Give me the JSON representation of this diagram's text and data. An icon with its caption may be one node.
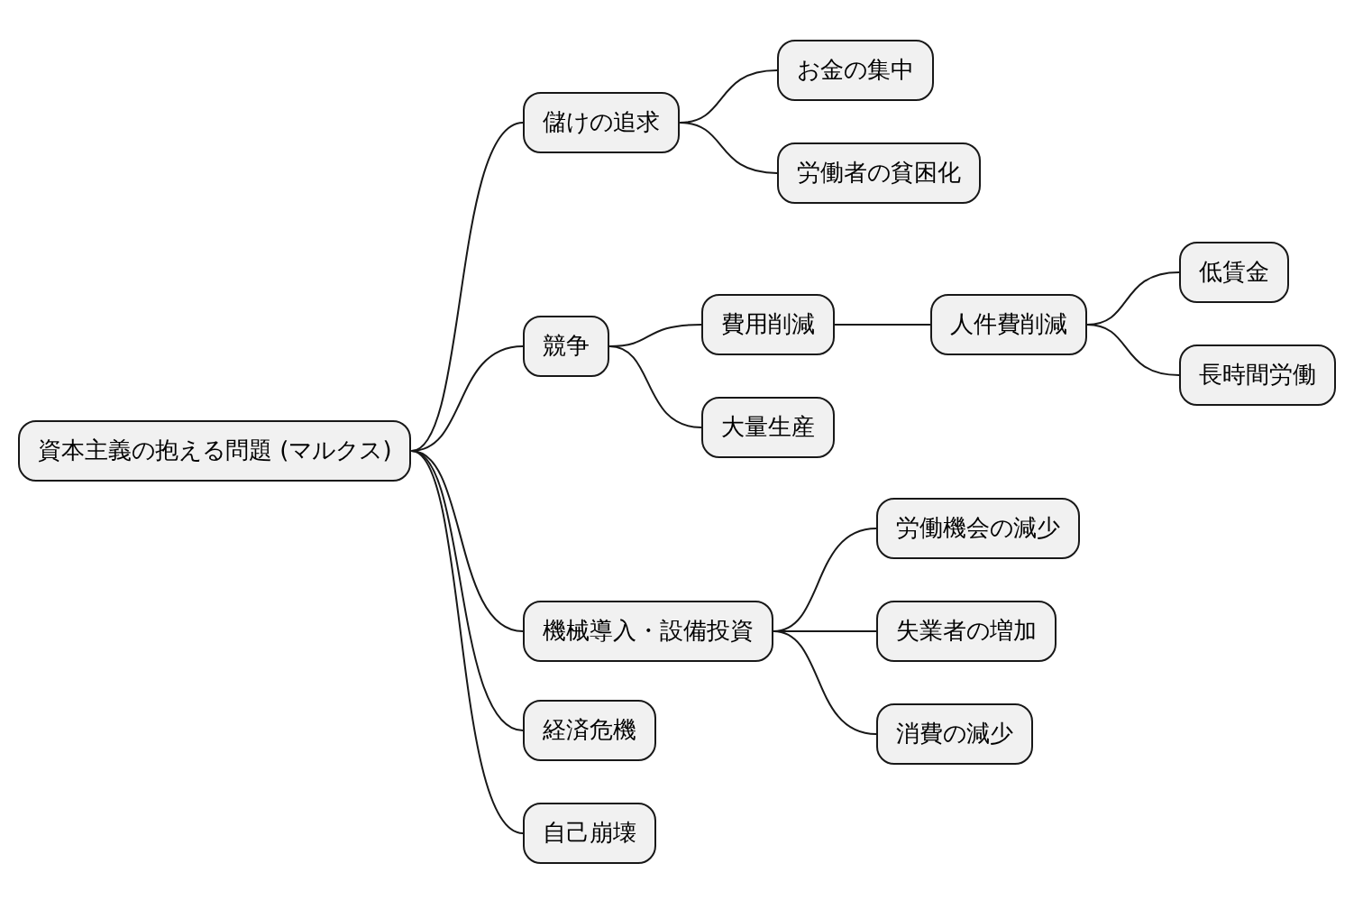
{
  "diagram": {
    "nodes": [
      {
        "text": [
          "資本主義の抱える問題 (マルクス)"
        ]
      },
      {
        "text": [
          "儲けの追求"
        ]
      },
      {
        "text": [
          "お金の集中"
        ]
      },
      {
        "text": [
          "労働者の貧困化"
        ]
      },
      {
        "text": [
          "競争"
        ]
      },
      {
        "text": [
          "費用削減"
        ]
      },
      {
        "text": [
          "人件費削減"
        ]
      },
      {
        "text": [
          "低賃金"
        ]
      },
      {
        "text": [
          "長時間労働"
        ]
      },
      {
        "text": [
          "大量生産"
        ]
      },
      {
        "text": [
          "機械導入・設備投資"
        ]
      },
      {
        "text": [
          "労働機会の減少"
        ]
      },
      {
        "text": [
          "失業者の増加"
        ]
      },
      {
        "text": [
          "消費の減少"
        ]
      },
      {
        "text": [
          "経済危機"
        ]
      },
      {
        "text": [
          "自己崩壊"
        ]
      }
    ],
    "edges": [
      {
        "from": 0,
        "to": 1,
        "arrow": "none"
      },
      {
        "from": 1,
        "to": 2,
        "arrow": "none"
      },
      {
        "from": 1,
        "to": 3,
        "arrow": "none"
      },
      {
        "from": 0,
        "to": 4,
        "arrow": "none"
      },
      {
        "from": 4,
        "to": 5,
        "arrow": "none"
      },
      {
        "from": 5,
        "to": 6,
        "arrow": "none"
      },
      {
        "from": 6,
        "to": 7,
        "arrow": "none"
      },
      {
        "from": 6,
        "to": 8,
        "arrow": "none"
      },
      {
        "from": 4,
        "to": 9,
        "arrow": "none"
      },
      {
        "from": 0,
        "to": 10,
        "arrow": "none"
      },
      {
        "from": 10,
        "to": 11,
        "arrow": "none"
      },
      {
        "from": 10,
        "to": 12,
        "arrow": "none"
      },
      {
        "from": 10,
        "to": 13,
        "arrow": "none"
      },
      {
        "from": 0,
        "to": 14,
        "arrow": "none"
      },
      {
        "from": 0,
        "to": 15,
        "arrow": "none"
      }
    ]
  }
}
